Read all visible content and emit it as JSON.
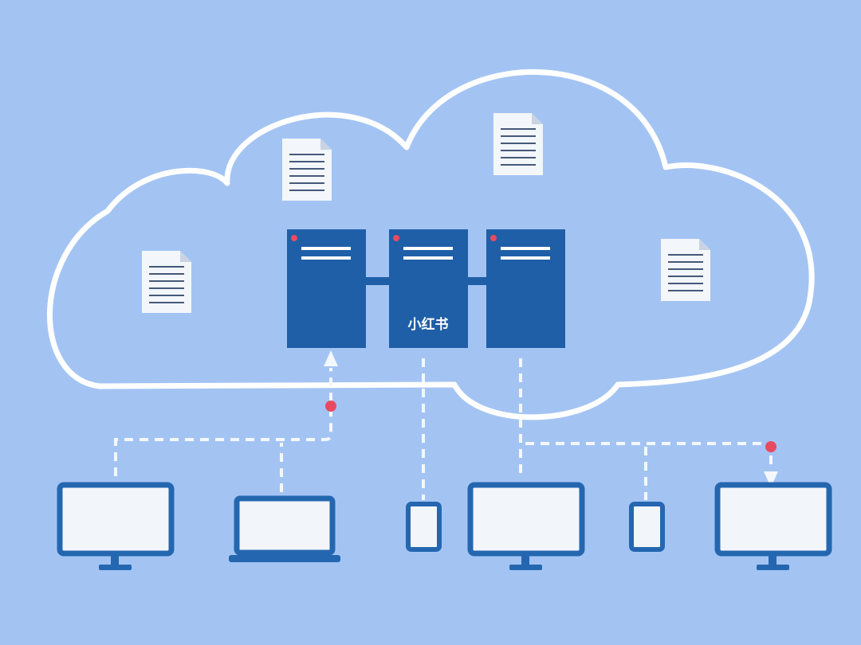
{
  "diagram": {
    "server_label": "小红书",
    "colors": {
      "background": "#a3c4f3",
      "cloud_outline": "#ffffff",
      "server_fill": "#1f5fa8",
      "device_frame": "#2467b0",
      "device_screen": "#f2f5fa",
      "document_fill": "#f3f6fa",
      "document_lines": "#44597a",
      "connector_dash": "#f4f7fc",
      "status_dot": "#e84b5f"
    },
    "servers": [
      {
        "name": "server-left"
      },
      {
        "name": "server-middle"
      },
      {
        "name": "server-right"
      }
    ],
    "documents": [
      {
        "name": "document-top-left"
      },
      {
        "name": "document-top-right"
      },
      {
        "name": "document-left"
      },
      {
        "name": "document-right"
      }
    ],
    "devices": [
      {
        "name": "desktop-monitor-1",
        "kind": "monitor"
      },
      {
        "name": "laptop",
        "kind": "laptop"
      },
      {
        "name": "phone-1",
        "kind": "phone"
      },
      {
        "name": "desktop-monitor-2",
        "kind": "monitor"
      },
      {
        "name": "phone-2",
        "kind": "phone"
      },
      {
        "name": "desktop-monitor-3",
        "kind": "monitor"
      }
    ]
  }
}
